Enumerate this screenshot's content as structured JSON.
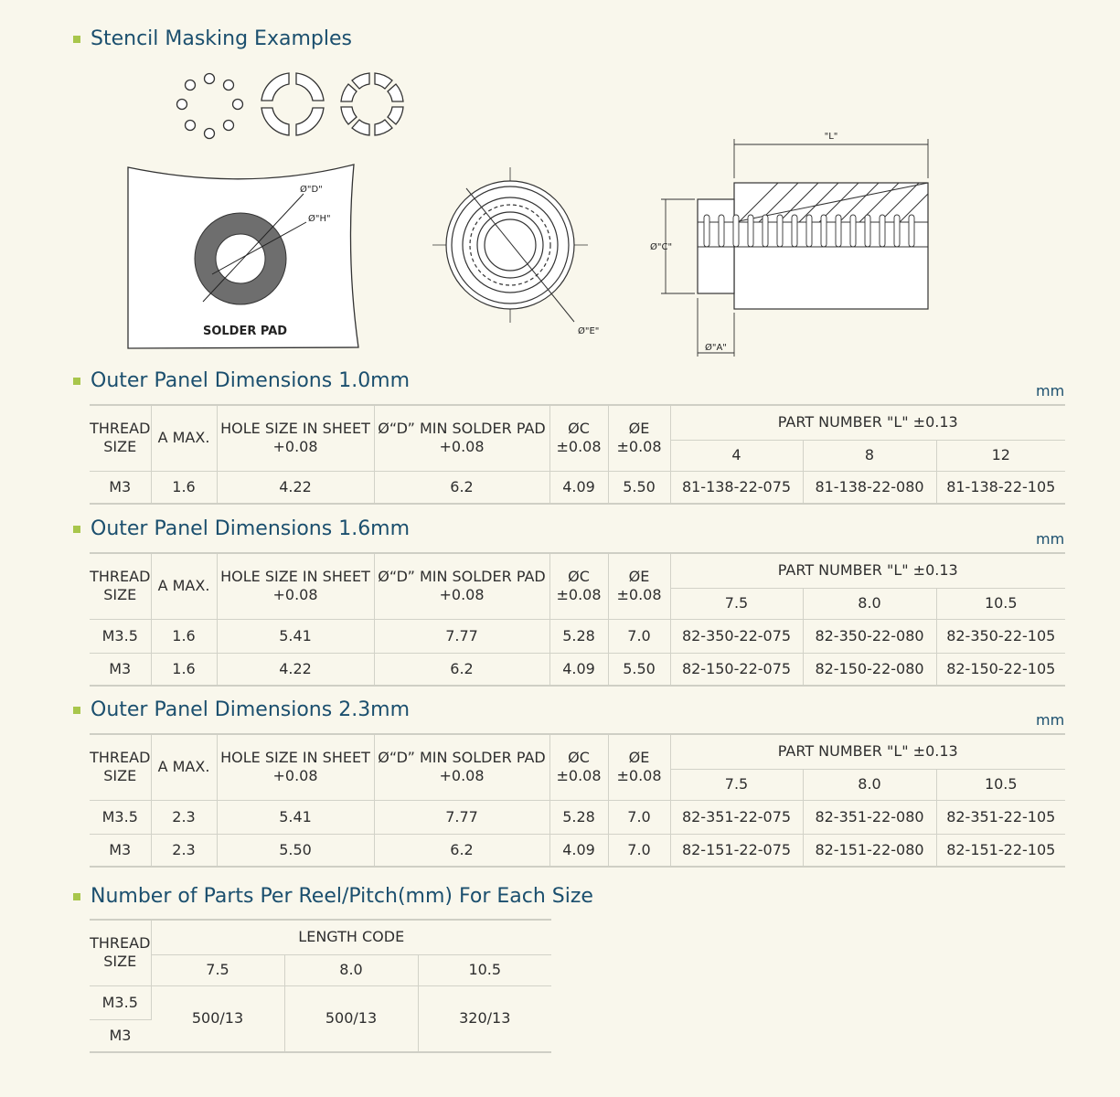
{
  "stencil": {
    "title": "Stencil Masking Examples",
    "solder_pad_label": "SOLDER PAD",
    "dim_D": "Ø\"D\"",
    "dim_H": "Ø\"H\"",
    "dim_E": "Ø\"E\"",
    "dim_L": "\"L\"",
    "dim_C": "Ø\"C\"",
    "dim_A": "Ø\"A\""
  },
  "headers": {
    "thread1": "THREAD",
    "thread2": "SIZE",
    "amax": "A MAX.",
    "hole1": "HOLE SIZE IN SHEET",
    "hole2": "+0.08",
    "pad1": "Ø“D” MIN SOLDER PAD",
    "pad2": "+0.08",
    "c1": "ØC",
    "c2": "±0.08",
    "e1": "ØE",
    "e2": "±0.08",
    "pn": "PART NUMBER \"L\" ±0.13",
    "unit": "mm"
  },
  "table1": {
    "title": "Outer Panel Dimensions 1.0mm",
    "lengths": [
      "4",
      "8",
      "12"
    ],
    "rows": [
      {
        "thread": "M3",
        "a": "1.6",
        "hole": "4.22",
        "pad": "6.2",
        "c": "4.09",
        "e": "5.50",
        "pn": [
          "81-138-22-075",
          "81-138-22-080",
          "81-138-22-105"
        ]
      }
    ]
  },
  "table2": {
    "title": "Outer Panel Dimensions 1.6mm",
    "lengths": [
      "7.5",
      "8.0",
      "10.5"
    ],
    "rows": [
      {
        "thread": "M3.5",
        "a": "1.6",
        "hole": "5.41",
        "pad": "7.77",
        "c": "5.28",
        "e": "7.0",
        "pn": [
          "82-350-22-075",
          "82-350-22-080",
          "82-350-22-105"
        ]
      },
      {
        "thread": "M3",
        "a": "1.6",
        "hole": "4.22",
        "pad": "6.2",
        "c": "4.09",
        "e": "5.50",
        "pn": [
          "82-150-22-075",
          "82-150-22-080",
          "82-150-22-105"
        ]
      }
    ]
  },
  "table3": {
    "title": "Outer Panel Dimensions 2.3mm",
    "lengths": [
      "7.5",
      "8.0",
      "10.5"
    ],
    "rows": [
      {
        "thread": "M3.5",
        "a": "2.3",
        "hole": "5.41",
        "pad": "7.77",
        "c": "5.28",
        "e": "7.0",
        "pn": [
          "82-351-22-075",
          "82-351-22-080",
          "82-351-22-105"
        ]
      },
      {
        "thread": "M3",
        "a": "2.3",
        "hole": "5.50",
        "pad": "6.2",
        "c": "4.09",
        "e": "7.0",
        "pn": [
          "82-151-22-075",
          "82-151-22-080",
          "82-151-22-105"
        ]
      }
    ]
  },
  "table4": {
    "title": "Number of Parts Per Reel/Pitch(mm) For Each Size",
    "length_code": "LENGTH CODE",
    "lengths": [
      "7.5",
      "8.0",
      "10.5"
    ],
    "threads": [
      "M3.5",
      "M3"
    ],
    "values": [
      "500/13",
      "500/13",
      "320/13"
    ]
  }
}
